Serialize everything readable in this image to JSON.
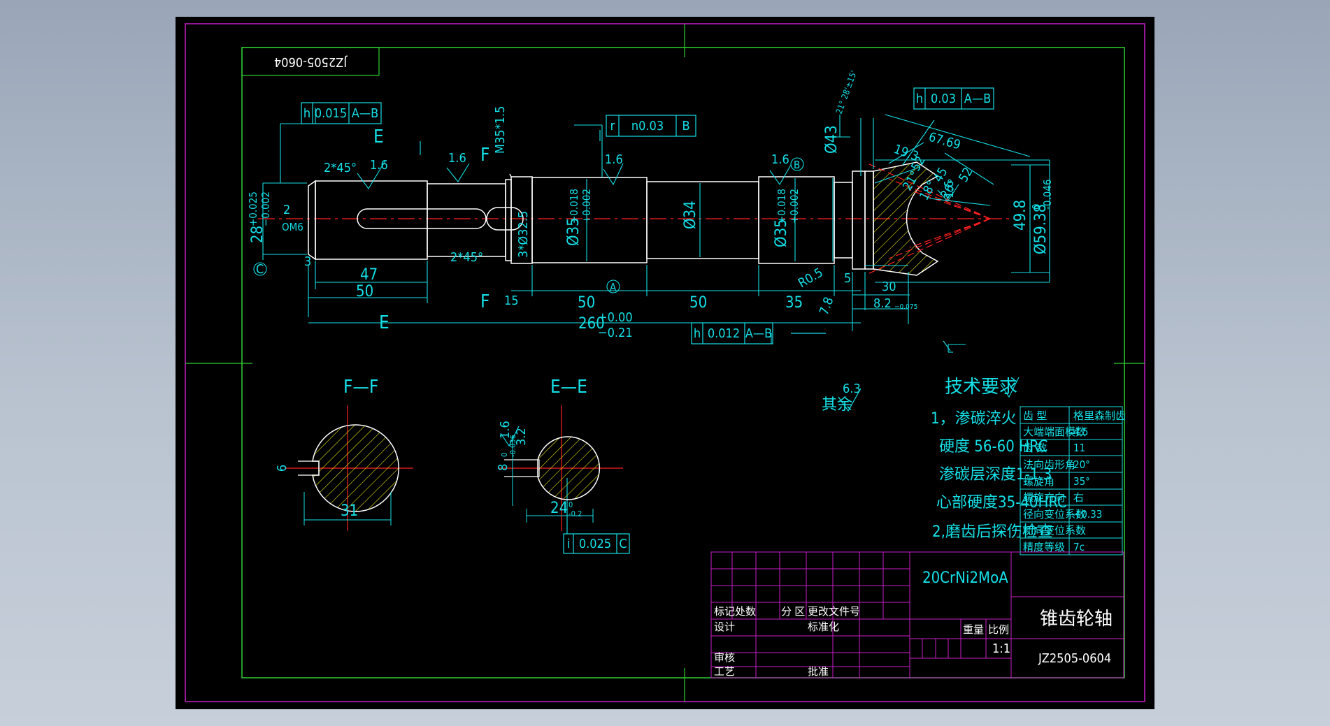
{
  "drawing": {
    "part_code_top": "JZ2505-0604",
    "material": "20CrNi2MoA",
    "part_name": "锥齿轮轴",
    "part_code": "JZ2505-0604",
    "scale": "1:1",
    "colors": {
      "background": "#000000",
      "outline": "#ffffff",
      "dimension": "#14e0e6",
      "centerline": "#ff2020",
      "hatch": "#e6e619",
      "frame": "#c81ec8",
      "inner_frame": "#30d030"
    }
  },
  "tolerance_frames": {
    "f1": {
      "sym": "h",
      "value": "0.015",
      "datum": "A—B"
    },
    "f2": {
      "sym": "r",
      "value": "n0.03",
      "datum": "B"
    },
    "f3": {
      "sym": "h",
      "value": "0.03",
      "datum": "A—B"
    },
    "f4": {
      "sym": "h",
      "value": "0.012",
      "datum": "A—B"
    },
    "f5": {
      "sym": "i",
      "value": "0.025",
      "datum": "C"
    }
  },
  "dims": {
    "chamfer_left": "2*45°",
    "chamfer_mid": "2*45°",
    "rough_1": "1.6",
    "rough_2": "1.6",
    "rough_3": "1.6",
    "rough_4": "1.6",
    "rough_5": "1.6",
    "rough_6": "1.6",
    "thread": "M35*1.5",
    "groove": "3*Ø32.5",
    "d28_a": "28",
    "d28_b": "+0.025",
    "d28_c": "−0.002",
    "key_2": "2",
    "key_c": "C",
    "key_om6": "OM6",
    "d35a_1": "Ø35",
    "d35a_2": "+0.018",
    "d35a_3": "+0.002",
    "d34": "Ø34",
    "d35b_1": "Ø35",
    "d35b_2": "+0.018",
    "d35b_3": "+0.002",
    "d43": "Ø43",
    "d498": "49.8",
    "d5938_1": "Ø59.38",
    "d5938_2": "0",
    "d5938_3": "-0.046",
    "len_3": "3",
    "len_47": "47",
    "len_50a": "50",
    "len_15": "15",
    "len_50b": "50",
    "len_50c": "50",
    "len_35": "35",
    "len_260_a": "260",
    "len_260_b": "+0.00",
    "len_260_c": "−0.21",
    "len_5": "5",
    "len_30": "30",
    "len_82_a": "8.2",
    "len_82_b": "−0.075",
    "len_78": "7.8",
    "r05": "R0.5",
    "ang_21_28": "21° 28'±15'",
    "len_193": "19.3",
    "len_6769": "67.69",
    "ang_52a": "52",
    "ang_21b": "21°",
    "ang_18": "18°",
    "ang_45": "45",
    "ang_26": "26°",
    "ang_52b": "52",
    "datum_a": "A",
    "datum_b": "B",
    "sec_e_top": "E",
    "sec_e_bot": "E",
    "sec_f_top": "F",
    "sec_f_bot": "F"
  },
  "sections": {
    "ff_title": "F—F",
    "ee_title": "E—E",
    "ff_6": "6",
    "ff_31": "31",
    "ee_8a": "8",
    "ee_8b": "0",
    "ee_8c": "-0.036",
    "ee_32": "3.2",
    "ee_24a": "24",
    "ee_24b": "0",
    "ee_24c": "-0.2"
  },
  "roughness_note": {
    "label": "其余",
    "value": "6.3"
  },
  "tech": {
    "title": "技术要求",
    "lines": [
      "1，渗碳淬火",
      "硬度 56-60 HRC",
      "渗碳层深度1-1.3",
      "心部硬度35-40HRC",
      "2,磨齿后探伤检查"
    ]
  },
  "gear_params": [
    {
      "name": "齿 型",
      "value": "格里森制齿"
    },
    {
      "name": "大端端面模数",
      "value": "4.5"
    },
    {
      "name": "齿 数",
      "value": "11"
    },
    {
      "name": "法向齿形角",
      "value": "20°"
    },
    {
      "name": "螺旋角",
      "value": "35°"
    },
    {
      "name": "螺旋方向",
      "value": "右"
    },
    {
      "name": "径向变位系数",
      "value": "+0.33"
    },
    {
      "name": "切向变位系数",
      "value": ""
    },
    {
      "name": "精度等级",
      "value": "7c"
    }
  ],
  "title_block": {
    "biaoji": "标记",
    "chushu": "处数",
    "fenqu": "分 区",
    "genggai": "更改文件号",
    "sheji": "设计",
    "biaozhunhua": "标准化",
    "zhongliang": "重量",
    "bili": "比例",
    "shenhe": "审核",
    "gongyi": "工艺",
    "pizhun": "批准"
  }
}
